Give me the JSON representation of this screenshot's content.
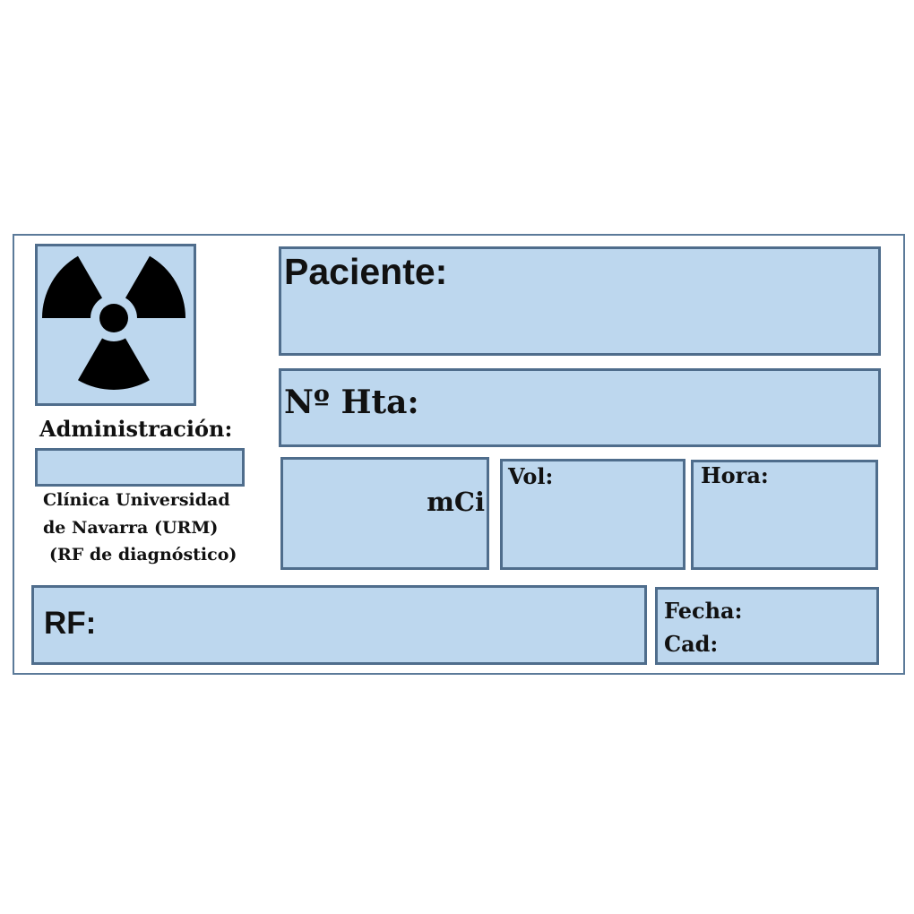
{
  "label": {
    "symbol": "radiation-trefoil",
    "administracion_label": "Administración:",
    "administracion_value": "",
    "clinic_lines": [
      "Clínica Universidad",
      "de Navarra (URM)",
      "(RF de diagnóstico)"
    ],
    "paciente_label": "Paciente:",
    "paciente_value": "",
    "nhta_label": "Nº Hta:",
    "nhta_value": "",
    "activity_unit": "mCi",
    "activity_value": "",
    "vol_label": "Vol:",
    "hora_label": "Hora:",
    "rf_label": "RF:",
    "fecha_label": "Fecha:",
    "cad_label": "Cad:"
  },
  "colors": {
    "field_fill": "#bdd7ee",
    "field_border": "#4f6d8c",
    "frame": "#5b7a99"
  }
}
